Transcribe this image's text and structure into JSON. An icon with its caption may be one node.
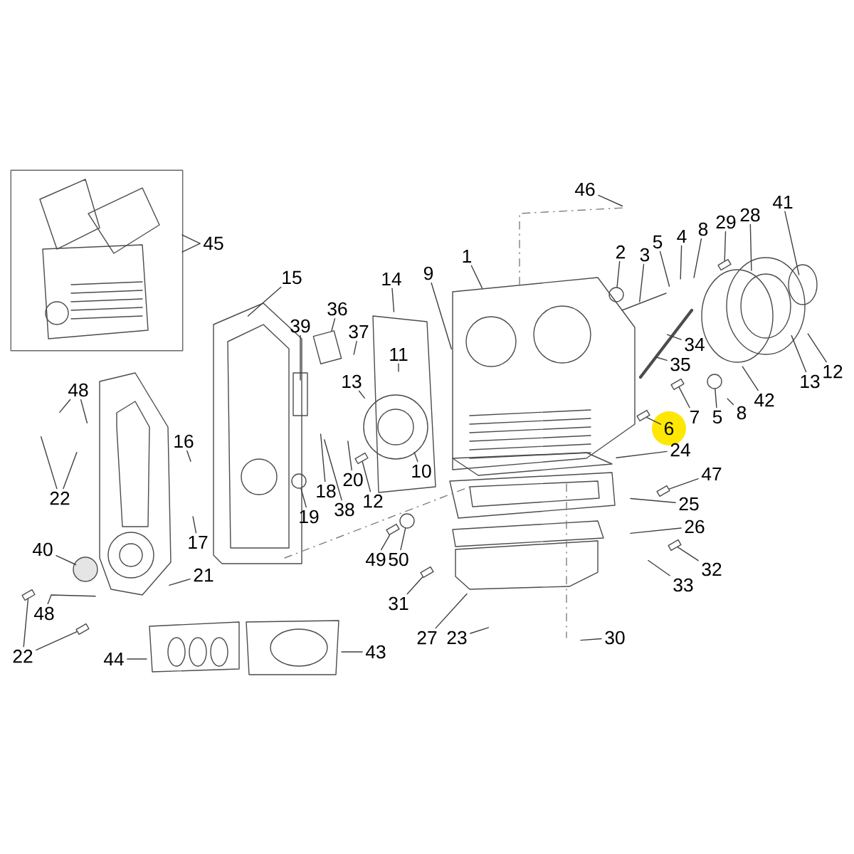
{
  "diagram": {
    "nodes": [
      {
        "text": [],
        "shape": "picture"
      },
      {
        "text": [
          "45"
        ]
      },
      {
        "text": [
          "46"
        ]
      },
      {
        "text": [
          "1"
        ]
      },
      {
        "text": [
          "2"
        ]
      },
      {
        "text": [
          "3"
        ]
      },
      {
        "text": [
          "5"
        ]
      },
      {
        "text": [
          "4"
        ]
      },
      {
        "text": [
          "8"
        ]
      },
      {
        "text": [
          "29"
        ]
      },
      {
        "text": [
          "28"
        ]
      },
      {
        "text": [
          "41"
        ]
      },
      {
        "text": [
          "9"
        ]
      },
      {
        "text": [
          "14"
        ]
      },
      {
        "text": [
          "15"
        ]
      },
      {
        "text": [
          "36"
        ]
      },
      {
        "text": [
          "39"
        ]
      },
      {
        "text": [
          "37"
        ]
      },
      {
        "text": [
          "11"
        ]
      },
      {
        "text": [
          "13"
        ]
      },
      {
        "text": [
          "34"
        ]
      },
      {
        "text": [
          "35"
        ]
      },
      {
        "text": [
          "12"
        ]
      },
      {
        "text": [
          "13"
        ]
      },
      {
        "text": [
          "42"
        ]
      },
      {
        "text": [
          "48"
        ]
      },
      {
        "text": [
          "6"
        ]
      },
      {
        "text": [
          "7"
        ]
      },
      {
        "text": [
          "5"
        ]
      },
      {
        "text": [
          "8"
        ]
      },
      {
        "text": [
          "22"
        ]
      },
      {
        "text": [
          "24"
        ]
      },
      {
        "text": [
          "47"
        ]
      },
      {
        "text": [
          "16"
        ]
      },
      {
        "text": [
          "10"
        ]
      },
      {
        "text": [
          "18"
        ]
      },
      {
        "text": [
          "20"
        ]
      },
      {
        "text": [
          "12"
        ]
      },
      {
        "text": [
          "38"
        ]
      },
      {
        "text": [
          "19"
        ]
      },
      {
        "text": [
          "25"
        ]
      },
      {
        "text": [
          "26"
        ]
      },
      {
        "text": [
          "17"
        ]
      },
      {
        "text": [
          "40"
        ]
      },
      {
        "text": [
          "49"
        ]
      },
      {
        "text": [
          "50"
        ]
      },
      {
        "text": [
          "21"
        ]
      },
      {
        "text": [
          "32"
        ]
      },
      {
        "text": [
          "33"
        ]
      },
      {
        "text": [
          "31"
        ]
      },
      {
        "text": [
          "48"
        ]
      },
      {
        "text": [
          "27"
        ]
      },
      {
        "text": [
          "23"
        ]
      },
      {
        "text": [
          "30"
        ]
      },
      {
        "text": [
          "22"
        ]
      },
      {
        "text": [
          "44"
        ]
      },
      {
        "text": [
          "43"
        ]
      },
      {
        "text": [],
        "shape": "bolt"
      },
      {
        "text": [],
        "shape": "bolt"
      },
      {
        "text": [],
        "shape": "ring"
      },
      {
        "text": [],
        "shape": "box"
      },
      {
        "text": [],
        "shape": "bolt"
      },
      {
        "text": [],
        "shape": "bolt"
      },
      {
        "text": [],
        "shape": "ring"
      },
      {
        "text": [],
        "shape": "bolt"
      },
      {
        "text": [],
        "shape": "bolt"
      },
      {
        "text": [],
        "shape": "bolt"
      },
      {
        "text": [],
        "shape": "bolt"
      },
      {
        "text": [],
        "shape": "ring"
      },
      {
        "text": [],
        "shape": "bolt"
      },
      {
        "text": [],
        "shape": "bolt"
      },
      {
        "text": [],
        "shape": "ring"
      }
    ],
    "edges": [
      {
        "from": 1,
        "to": 0,
        "arrow": "none"
      },
      {
        "from": 2,
        "to": null,
        "arrow": "none"
      },
      {
        "from": 3,
        "to": null,
        "arrow": "none"
      },
      {
        "from": 4,
        "to": 63,
        "arrow": "none"
      },
      {
        "from": 5,
        "to": null,
        "arrow": "none"
      },
      {
        "from": 6,
        "to": null,
        "arrow": "none"
      },
      {
        "from": 7,
        "to": null,
        "arrow": "none"
      },
      {
        "from": 8,
        "to": null,
        "arrow": "none"
      },
      {
        "from": 9,
        "to": 69,
        "arrow": "none"
      },
      {
        "from": 10,
        "to": null,
        "arrow": "none"
      },
      {
        "from": 11,
        "to": null,
        "arrow": "none"
      },
      {
        "from": 12,
        "to": null,
        "arrow": "none"
      },
      {
        "from": 13,
        "to": null,
        "arrow": "none"
      },
      {
        "from": 14,
        "to": null,
        "arrow": "none"
      },
      {
        "from": 15,
        "to": 60,
        "arrow": "none"
      },
      {
        "from": 16,
        "to": null,
        "arrow": "none"
      },
      {
        "from": 17,
        "to": null,
        "arrow": "none"
      },
      {
        "from": 18,
        "to": null,
        "arrow": "none"
      },
      {
        "from": 19,
        "to": null,
        "arrow": "none"
      },
      {
        "from": 20,
        "to": null,
        "arrow": "none"
      },
      {
        "from": 21,
        "to": null,
        "arrow": "none"
      },
      {
        "from": 22,
        "to": null,
        "arrow": "none"
      },
      {
        "from": 23,
        "to": null,
        "arrow": "none"
      },
      {
        "from": 24,
        "to": null,
        "arrow": "none"
      },
      {
        "from": 25,
        "to": null,
        "arrow": "none"
      },
      {
        "from": 25,
        "to": null,
        "arrow": "none"
      },
      {
        "from": 26,
        "to": 64,
        "arrow": "none"
      },
      {
        "from": 27,
        "to": 67,
        "arrow": "none"
      },
      {
        "from": 28,
        "to": 68,
        "arrow": "none"
      },
      {
        "from": 29,
        "to": null,
        "arrow": "none"
      },
      {
        "from": 30,
        "to": null,
        "arrow": "none"
      },
      {
        "from": 30,
        "to": null,
        "arrow": "none"
      },
      {
        "from": 31,
        "to": null,
        "arrow": "none"
      },
      {
        "from": 32,
        "to": 65,
        "arrow": "none"
      },
      {
        "from": 33,
        "to": null,
        "arrow": "none"
      },
      {
        "from": 34,
        "to": null,
        "arrow": "none"
      },
      {
        "from": 35,
        "to": null,
        "arrow": "none"
      },
      {
        "from": 36,
        "to": null,
        "arrow": "none"
      },
      {
        "from": 37,
        "to": 61,
        "arrow": "none"
      },
      {
        "from": 38,
        "to": null,
        "arrow": "none"
      },
      {
        "from": 39,
        "to": 59,
        "arrow": "none"
      },
      {
        "from": 40,
        "to": null,
        "arrow": "none"
      },
      {
        "from": 41,
        "to": null,
        "arrow": "none"
      },
      {
        "from": 42,
        "to": null,
        "arrow": "none"
      },
      {
        "from": 43,
        "to": null,
        "arrow": "none"
      },
      {
        "from": 44,
        "to": 70,
        "arrow": "none"
      },
      {
        "from": 45,
        "to": 71,
        "arrow": "none"
      },
      {
        "from": 46,
        "to": null,
        "arrow": "none"
      },
      {
        "from": 47,
        "to": 66,
        "arrow": "none"
      },
      {
        "from": 48,
        "to": null,
        "arrow": "none"
      },
      {
        "from": 49,
        "to": 62,
        "arrow": "none"
      },
      {
        "from": 50,
        "to": null,
        "arrow": "none"
      },
      {
        "from": 51,
        "to": null,
        "arrow": "none"
      },
      {
        "from": 52,
        "to": null,
        "arrow": "none"
      },
      {
        "from": 53,
        "to": null,
        "arrow": "none"
      },
      {
        "from": 54,
        "to": 57,
        "arrow": "none"
      },
      {
        "from": 54,
        "to": 58,
        "arrow": "none"
      },
      {
        "from": 55,
        "to": null,
        "arrow": "none"
      },
      {
        "from": 56,
        "to": null,
        "arrow": "none"
      }
    ]
  }
}
